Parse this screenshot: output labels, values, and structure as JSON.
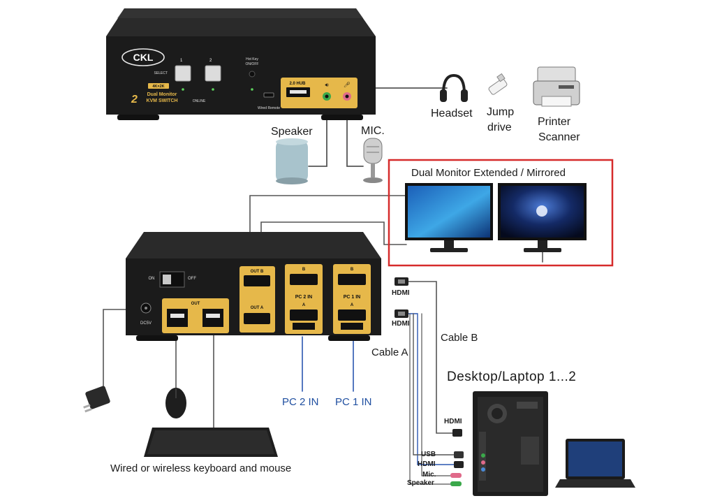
{
  "brand": "CKL",
  "front_panel": {
    "select_label": "SELECT",
    "port_1": "1",
    "port_2": "2",
    "hotkey": "Hot Key",
    "hotkey_onoff": "ON/OFF",
    "badge": "4K×2K",
    "product_line1": "Dual Monitor",
    "product_line2": "KVM SWITCH",
    "online_label": "ONLINE",
    "hub_label": "2.0 HUB",
    "remote_label": "Wired Remote"
  },
  "rear_panel": {
    "on": "ON",
    "off": "OFF",
    "dc": "DC5V",
    "out": "OUT",
    "out_b": "OUT B",
    "out_a": "OUT A",
    "pc2_in": "PC 2 IN",
    "pc1_in": "PC 1 IN",
    "port_a": "A",
    "port_b": "B"
  },
  "labels": {
    "headset": "Headset",
    "jump": "Jump",
    "drive": "drive",
    "printer": "Printer",
    "scanner": "Scanner",
    "speaker": "Speaker",
    "mic": "MIC.",
    "monitors_title": "Dual Monitor Extended / Mirrored",
    "hdmi_1": "HDMI",
    "hdmi_2": "HDMI",
    "cable_b": "Cable B",
    "cable_a": "Cable A",
    "desktop": "Desktop/Laptop 1...2",
    "pc2_in": "PC 2 IN",
    "pc1_in": "PC 1 IN",
    "keyboard_mouse": "Wired or wireless keyboard  and mouse",
    "hdmi_pc": "HDMI",
    "usb": "USB",
    "hdmi_small": "HDMI",
    "mic_small": "Mic.",
    "speaker_small": "Speaker"
  },
  "colors": {
    "device_body": "#1b1b1b",
    "gold": "#e6b84a",
    "highlight_frame": "#d62b2b",
    "cable_gray": "#444444",
    "cable_blue": "#2a56b0",
    "label_blue": "#1f4fa0"
  }
}
